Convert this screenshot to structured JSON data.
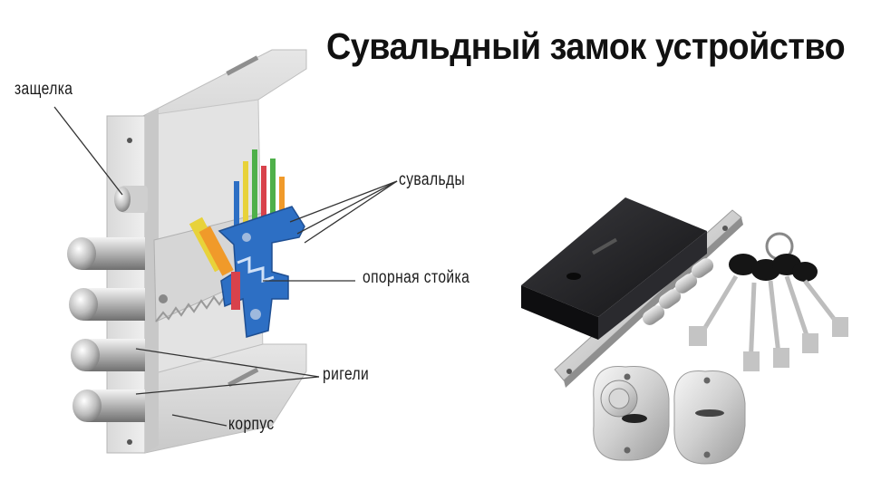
{
  "title": "Сувальдный замок устройство",
  "labels": {
    "latch": "защелка",
    "levers": "сувальды",
    "support": "опорная стойка",
    "bolts": "ригели",
    "body": "корпус"
  },
  "colors": {
    "title": "#111111",
    "lever_blue": "#2d6fc4",
    "lever_green": "#4fb04a",
    "lever_yellow": "#e8d23a",
    "lever_red": "#d8424b",
    "lever_orange": "#f09a2a",
    "lock_body_dark": "#1f1f22"
  }
}
